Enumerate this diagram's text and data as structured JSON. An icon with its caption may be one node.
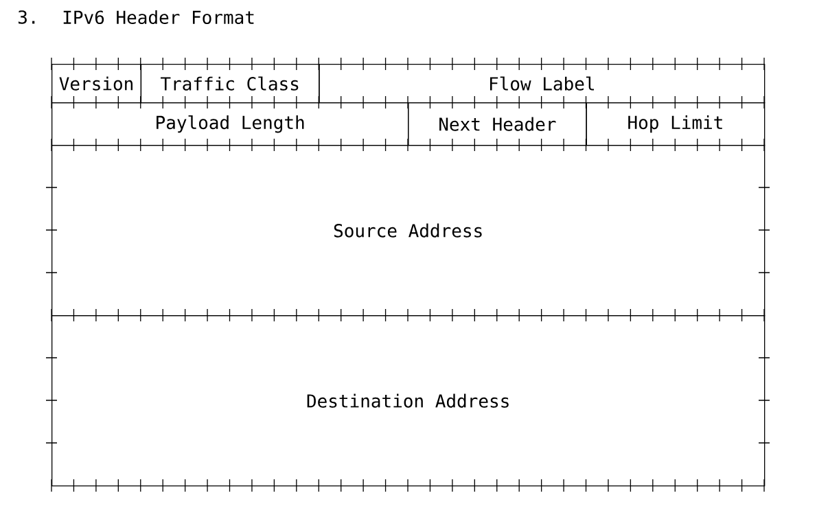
{
  "diagram": {
    "title": "IPv6 Header Format",
    "nodes": [
      {
        "text": [
          "Version"
        ]
      },
      {
        "text": [
          "Traffic Class"
        ]
      },
      {
        "text": [
          "Flow Label"
        ]
      },
      {
        "text": [
          "Payload Length"
        ]
      },
      {
        "text": [
          "Next Header"
        ]
      },
      {
        "text": [
          "Hop Limit"
        ]
      },
      {
        "text": [
          "Source Address"
        ]
      },
      {
        "text": [
          "Destination Address"
        ]
      }
    ],
    "labels": [
      "3."
    ]
  }
}
